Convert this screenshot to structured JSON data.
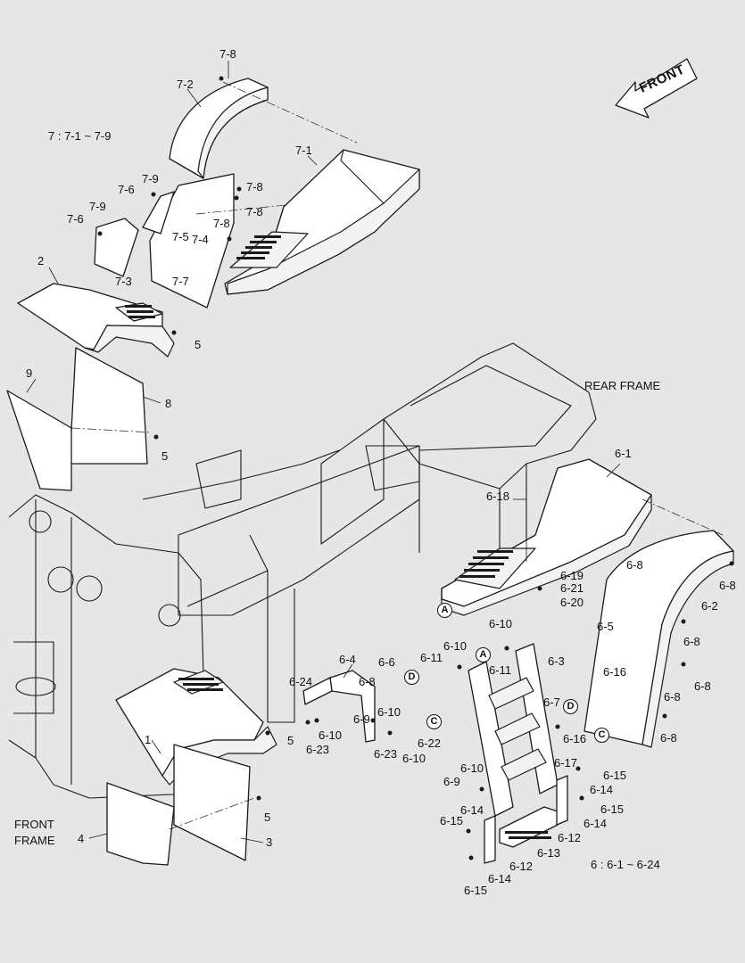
{
  "drawing": {
    "front_arrow": "FRONT",
    "notes": {
      "group7": "7 : 7-1 ~ 7-9",
      "group6": "6 : 6-1 ~ 6-24",
      "rear_frame": "REAR FRAME",
      "front_frame": "FRONT\nFRAME"
    },
    "callouts": [
      {
        "id": "c1",
        "text": "7-8"
      },
      {
        "id": "c2",
        "text": "7-2"
      },
      {
        "id": "c3",
        "text": "7-1"
      },
      {
        "id": "c4",
        "text": "7-9"
      },
      {
        "id": "c5",
        "text": "7-6"
      },
      {
        "id": "c6",
        "text": "7-8"
      },
      {
        "id": "c7",
        "text": "7-8"
      },
      {
        "id": "c8",
        "text": "7-9"
      },
      {
        "id": "c9",
        "text": "7-6"
      },
      {
        "id": "c10",
        "text": "7-8"
      },
      {
        "id": "c11",
        "text": "7-5"
      },
      {
        "id": "c12",
        "text": "7-4"
      },
      {
        "id": "c13",
        "text": "7-3"
      },
      {
        "id": "c14",
        "text": "7-7"
      },
      {
        "id": "c15",
        "text": "2"
      },
      {
        "id": "c16",
        "text": "5"
      },
      {
        "id": "c17",
        "text": "9"
      },
      {
        "id": "c18",
        "text": "8"
      },
      {
        "id": "c19",
        "text": "5"
      },
      {
        "id": "c20",
        "text": "6-1"
      },
      {
        "id": "c21",
        "text": "6-18"
      },
      {
        "id": "c22",
        "text": "6-19"
      },
      {
        "id": "c23",
        "text": "6-21"
      },
      {
        "id": "c24",
        "text": "6-20"
      },
      {
        "id": "c25",
        "text": "6-8"
      },
      {
        "id": "c26",
        "text": "6-8"
      },
      {
        "id": "c27",
        "text": "6-2"
      },
      {
        "id": "c28",
        "text": "6-10"
      },
      {
        "id": "c29",
        "text": "6-10"
      },
      {
        "id": "c30",
        "text": "6-11"
      },
      {
        "id": "c31",
        "text": "6-11"
      },
      {
        "id": "c32",
        "text": "6-3"
      },
      {
        "id": "c33",
        "text": "6-5"
      },
      {
        "id": "c34",
        "text": "6-8"
      },
      {
        "id": "c35",
        "text": "6-16"
      },
      {
        "id": "c36",
        "text": "6-8"
      },
      {
        "id": "c37",
        "text": "6-8"
      },
      {
        "id": "c38",
        "text": "6-4"
      },
      {
        "id": "c39",
        "text": "6-6"
      },
      {
        "id": "c40",
        "text": "6-24"
      },
      {
        "id": "c41",
        "text": "6-8"
      },
      {
        "id": "c42",
        "text": "6-10"
      },
      {
        "id": "c43",
        "text": "6-9"
      },
      {
        "id": "c44",
        "text": "6-10"
      },
      {
        "id": "c45",
        "text": "6-23"
      },
      {
        "id": "c46",
        "text": "6-23"
      },
      {
        "id": "c47",
        "text": "6-10"
      },
      {
        "id": "c48",
        "text": "6-22"
      },
      {
        "id": "c49",
        "text": "6-7"
      },
      {
        "id": "c50",
        "text": "6-16"
      },
      {
        "id": "c51",
        "text": "6-8"
      },
      {
        "id": "c52",
        "text": "6-17"
      },
      {
        "id": "c53",
        "text": "6-10"
      },
      {
        "id": "c54",
        "text": "6-15"
      },
      {
        "id": "c55",
        "text": "6-9"
      },
      {
        "id": "c56",
        "text": "6-14"
      },
      {
        "id": "c57",
        "text": "6-15"
      },
      {
        "id": "c58",
        "text": "6-14"
      },
      {
        "id": "c59",
        "text": "6-14"
      },
      {
        "id": "c60",
        "text": "6-15"
      },
      {
        "id": "c61",
        "text": "6-12"
      },
      {
        "id": "c62",
        "text": "6-13"
      },
      {
        "id": "c63",
        "text": "6-12"
      },
      {
        "id": "c64",
        "text": "6-14"
      },
      {
        "id": "c65",
        "text": "6-15"
      },
      {
        "id": "c66",
        "text": "1"
      },
      {
        "id": "c67",
        "text": "5"
      },
      {
        "id": "c68",
        "text": "5"
      },
      {
        "id": "c69",
        "text": "4"
      },
      {
        "id": "c70",
        "text": "3"
      }
    ],
    "circle_refs": [
      {
        "id": "r1",
        "text": "A"
      },
      {
        "id": "r2",
        "text": "A"
      },
      {
        "id": "r3",
        "text": "D"
      },
      {
        "id": "r4",
        "text": "C"
      },
      {
        "id": "r5",
        "text": "D"
      },
      {
        "id": "r6",
        "text": "C"
      }
    ]
  }
}
